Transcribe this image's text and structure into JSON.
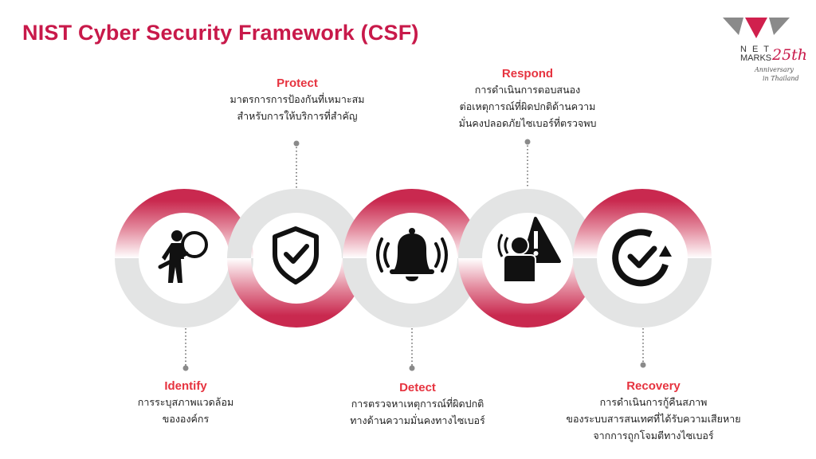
{
  "title": "NIST Cyber Security Framework (CSF)",
  "logo": {
    "line1": "NET",
    "line2": "MARKS",
    "anniversary": "25th",
    "sub1": "Anniversary",
    "sub2": "in Thailand"
  },
  "colors": {
    "title": "#c8194a",
    "heading": "#e6333f",
    "ring_red": "#c9294f",
    "ring_gray": "#e3e4e4"
  },
  "steps": [
    {
      "name": "Identify",
      "icon": "person-magnifier-icon",
      "desc": [
        "การระบุสภาพแวดล้อม",
        "ขององค์กร"
      ]
    },
    {
      "name": "Protect",
      "icon": "shield-check-icon",
      "desc": [
        "มาตรการการป้องกันที่เหมาะสม",
        "สำหรับการให้บริการที่สำคัญ"
      ]
    },
    {
      "name": "Detect",
      "icon": "alarm-bell-icon",
      "desc": [
        "การตรวจหาเหตุการณ์ที่ผิดปกติ",
        "ทางด้านความมั่นคงทางไซเบอร์"
      ]
    },
    {
      "name": "Respond",
      "icon": "person-warning-icon",
      "desc": [
        "การดำเนินการตอบสนอง",
        "ต่อเหตุการณ์ที่ผิดปกติด้านความ",
        "มั่นคงปลอดภัยไซเบอร์ที่ตรวจพบ"
      ]
    },
    {
      "name": "Recovery",
      "icon": "recovery-check-icon",
      "desc": [
        "การดำเนินการกู้คืนสภาพ",
        "ของระบบสารสนเทศที่ได้รับความเสียหาย",
        "จากการถูกโจมตีทางไซเบอร์"
      ]
    }
  ]
}
